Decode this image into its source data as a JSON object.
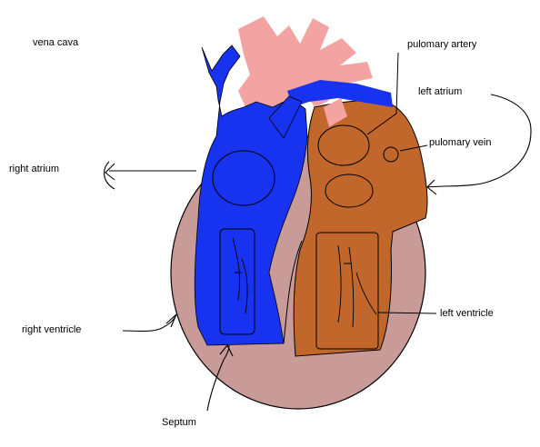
{
  "diagram": {
    "colors": {
      "background": "#ffffff",
      "pericardium": "#c89a98",
      "deoxygenated_side": "#1733f0",
      "oxygenated_side": "#c2672b",
      "aorta": "#f4a3a3",
      "outline": "#000000"
    },
    "labels": {
      "vena_cava": "vena cava",
      "pulmonary_artery": "pulomary artery",
      "left_atrium": "left atrium",
      "pulmonary_vein": "pulomary vein",
      "right_atrium": "right atrium",
      "right_ventricle": "right ventricle",
      "left_ventricle": "left ventricle",
      "septum": "Septum"
    }
  }
}
